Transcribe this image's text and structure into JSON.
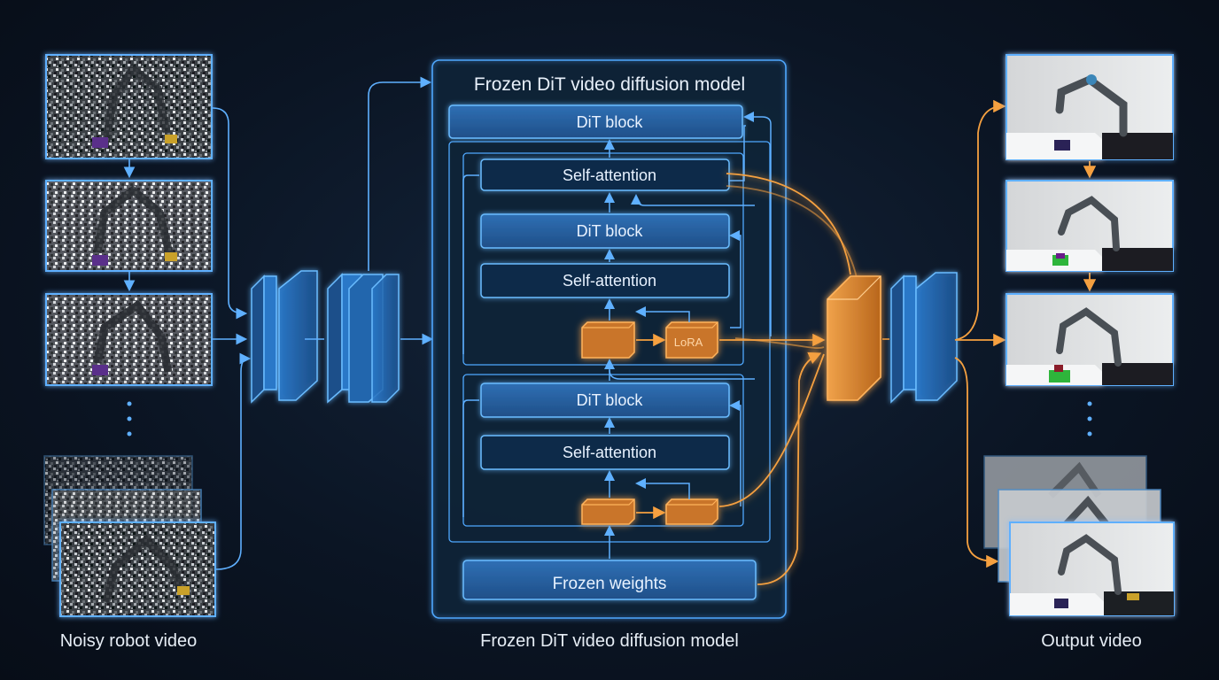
{
  "inner_title": "Frozen DiT video diffusion model",
  "blocks": {
    "top": "DiT block",
    "sa1": "Self-attention",
    "dit2": "DiT block",
    "sa2": "Self-attention",
    "dit3": "DiT block",
    "sa3": "Self-attention",
    "frozen": "Frozen weights",
    "lora": "LoRA"
  },
  "captions": {
    "left": "Noisy robot video",
    "center": "Frozen DiT video diffusion model",
    "right": "Output video"
  },
  "colors": {
    "blue_accent": "#4fa8ff",
    "orange_accent": "#f5a040",
    "background": "#0b1524"
  },
  "icons": [
    "ellipsis-vertical-icon",
    "robot-arm-frame"
  ]
}
